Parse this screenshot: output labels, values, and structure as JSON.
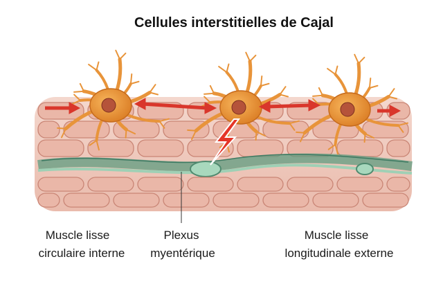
{
  "title": "Cellules interstitielles de Cajal",
  "labels": {
    "circular": {
      "line1": "Muscle lisse",
      "line2": "circulaire interne"
    },
    "plexus": {
      "line1": "Plexus",
      "line2": "myentérique"
    },
    "longitudinal": {
      "line1": "Muscle lisse",
      "line2": "longitudinale externe"
    }
  },
  "colors": {
    "icc_cell": "#e8943a",
    "nucleus": "#b5533a",
    "muscle": "#eab7a8",
    "muscle_edge": "#c98575",
    "plexus": "#7fb59a",
    "arrow": "#d9362b"
  }
}
